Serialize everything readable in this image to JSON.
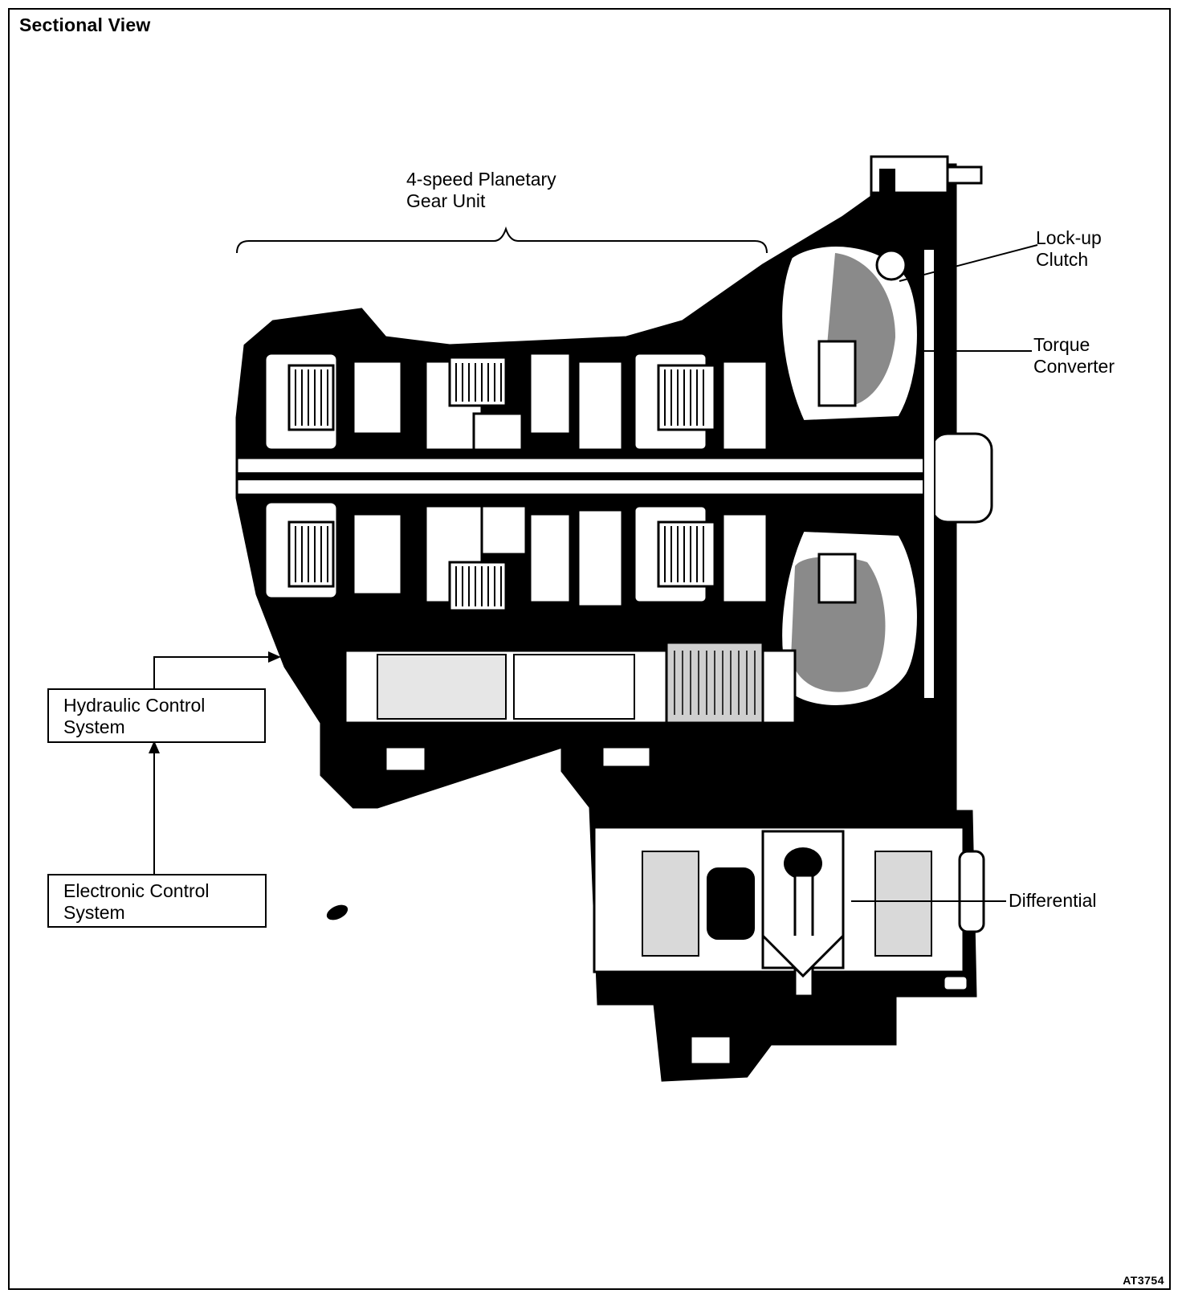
{
  "figure": {
    "title": "Sectional View",
    "code": "AT3754"
  },
  "labels": {
    "planetary": "4-speed Planetary\nGear Unit",
    "lockup": "Lock-up\nClutch",
    "torque": "Torque\nConverter",
    "differential": "Differential"
  },
  "boxes": {
    "hydraulic": "Hydraulic Control\nSystem",
    "electronic": "Electronic Control\nSystem"
  }
}
